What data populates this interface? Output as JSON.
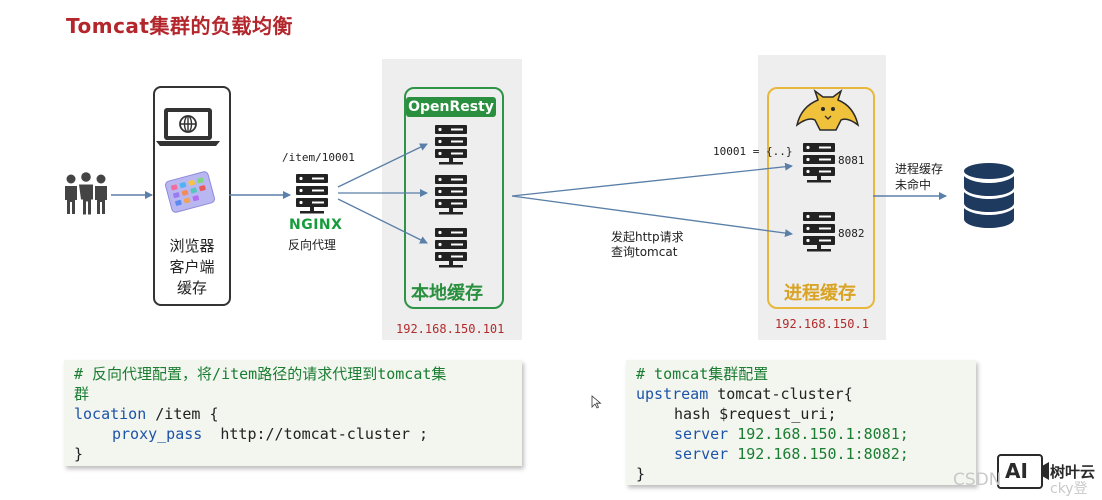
{
  "title": "Tomcat集群的负载均衡",
  "browser": {
    "label": [
      "浏览器",
      "客户端",
      "缓存"
    ]
  },
  "nginx": {
    "logo_text": "NGINX",
    "label": "反向代理",
    "path": "/item/10001"
  },
  "openresty": {
    "badge": "OpenResty",
    "zone_label": "本地缓存",
    "ip": "192.168.150.101"
  },
  "tomcat": {
    "request_label": [
      "发起http请求",
      "查询tomcat"
    ],
    "cache_key": "10001 = {..}",
    "ports": [
      "8081",
      "8082"
    ],
    "zone_label": "进程缓存",
    "ip": "192.168.150.1"
  },
  "db": {
    "label": [
      "进程缓存",
      "未命中"
    ]
  },
  "code_left": {
    "comment_line1": "# 反向代理配置，将/item路径的请求代理到tomcat集",
    "comment_line2": "群",
    "kw_location": "location",
    "path": " /item {",
    "kw_proxy": "proxy_pass",
    "url": "  http://tomcat-cluster ;",
    "close": "}"
  },
  "code_right": {
    "comment": "# tomcat集群配置",
    "kw_upstream": "upstream",
    "name": " tomcat-cluster{",
    "hash": "hash $request_uri;",
    "kw_server": "server",
    "server1": " 192.168.150.1:8081;",
    "server2": " 192.168.150.1:8082;",
    "close": "}"
  },
  "watermark": {
    "csdn": "CSDN",
    "brand_logo": "AI",
    "brand": "树叶云",
    "suffix": "cky登"
  },
  "colors": {
    "title": "#b3262c",
    "green": "#2a8f3e",
    "yellow": "#e8b83c",
    "ip": "#b22b2b",
    "keyword": "#1d53a8"
  }
}
